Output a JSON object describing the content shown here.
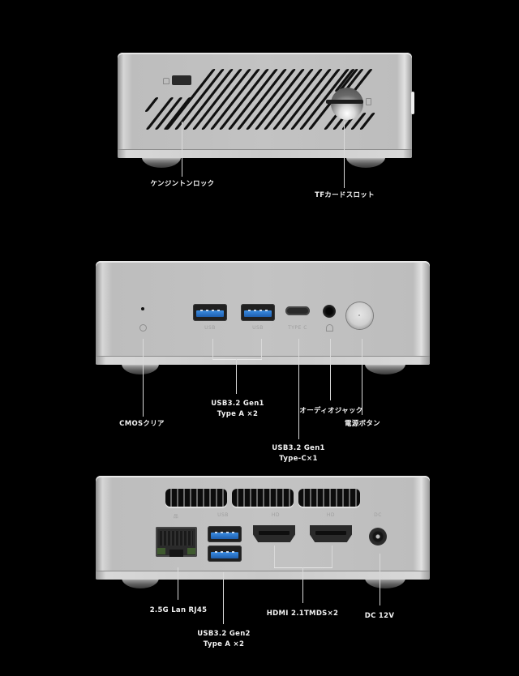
{
  "views": {
    "side": {
      "labels": {
        "kensington_lock": "ケンジントンロック",
        "tf_card_slot": "TFカードスロット"
      }
    },
    "front": {
      "embossed": {
        "usb1": "USB",
        "usb2": "USB",
        "typec": "TYPE C"
      },
      "labels": {
        "cmos_clear": "CMOSクリア",
        "usb_a_line1": "USB3.2 Gen1",
        "usb_a_line2": "Type A  ×2",
        "audio_jack": "オーディオジャック",
        "power_button": "電源ボタン",
        "usb_c_line1": "USB3.2 Gen1",
        "usb_c_line2": "Type-C×1"
      }
    },
    "rear": {
      "embossed": {
        "lan": "品",
        "usb": "USB",
        "hdmi1": "HD",
        "hdmi2": "HD",
        "dc": "DC"
      },
      "labels": {
        "lan": "2.5G Lan RJ45",
        "usb_line1": "USB3.2 Gen2",
        "usb_line2": "Type A ×2",
        "hdmi": "HDMI 2.1TMDS×2",
        "dc": "DC 12V"
      }
    }
  },
  "colors": {
    "background": "#000000",
    "chassis": "#c3c3c3",
    "usb_blue": "#2f7bd1",
    "label_text": "#f2f2f2"
  }
}
